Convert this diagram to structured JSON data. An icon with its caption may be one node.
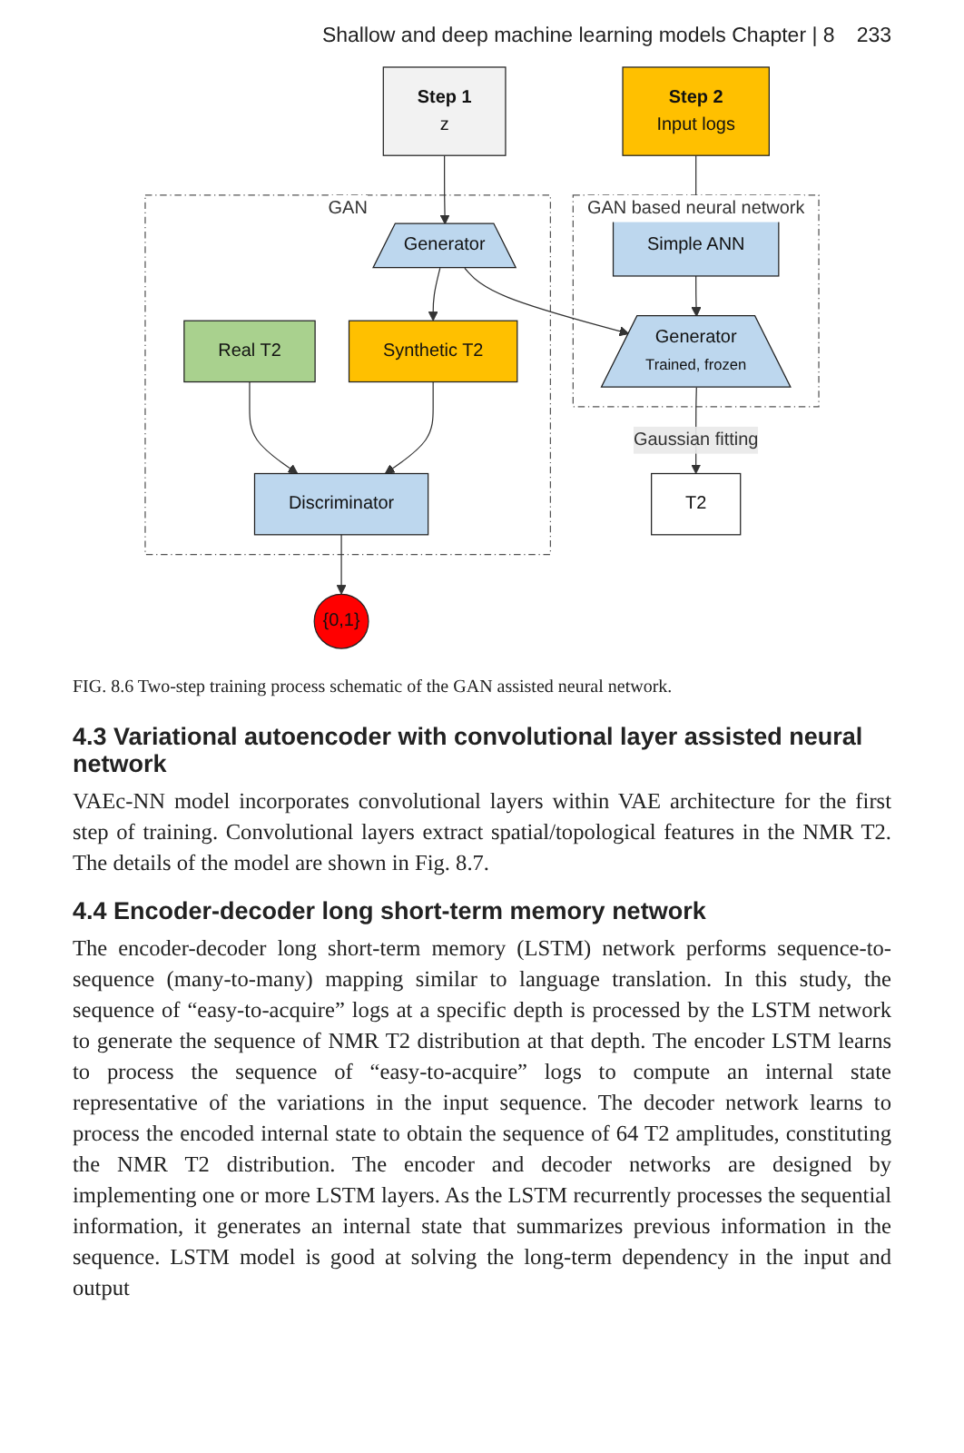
{
  "diagram": {
    "caption": "FIG. 8.6 Two-step training process schematic of the GAN assisted neural network.",
    "nodes": [
      {
        "text": [
          "Step 1",
          "z"
        ]
      },
      {
        "text": [
          "Step 2",
          "Input logs"
        ]
      },
      {
        "text": [
          "GAN"
        ]
      },
      {
        "text": [
          "Generator"
        ],
        "in": 2
      },
      {
        "text": [
          "Real T2"
        ],
        "in": 2
      },
      {
        "text": [
          "Synthetic T2"
        ],
        "in": 2
      },
      {
        "text": [
          "Discriminator"
        ],
        "in": 2
      },
      {
        "text": [
          "GAN based neural network"
        ]
      },
      {
        "text": [
          "Simple ANN"
        ],
        "in": 7
      },
      {
        "text": [
          "Generator",
          "Trained, frozen"
        ],
        "in": 7
      },
      {
        "text": [
          "T2"
        ]
      },
      {
        "text": [
          "{0,1}"
        ]
      }
    ],
    "edges": [
      {
        "from": 0,
        "to": 3,
        "arrow": "to"
      },
      {
        "from": 1,
        "to": 8,
        "arrow": "to"
      },
      {
        "from": 3,
        "to": 5,
        "arrow": "to"
      },
      {
        "from": 3,
        "to": 9,
        "arrow": "to"
      },
      {
        "from": 8,
        "to": 9,
        "arrow": "to"
      },
      {
        "from": 4,
        "to": 6,
        "arrow": "to"
      },
      {
        "from": 5,
        "to": 6,
        "arrow": "to"
      },
      {
        "from": 6,
        "to": 11,
        "arrow": "to"
      },
      {
        "from": 9,
        "to": 10,
        "label": "Gaussian fitting",
        "arrow": "to"
      }
    ],
    "labels": [
      "Shallow and deep machine learning models Chapter | 8",
      "233",
      "4.3 Variational autoencoder with convolutional layer assisted neural network",
      "VAEc-NN model incorporates convolutional layers within VAE architecture for the first step of training. Convolutional layers extract spatial/topological features in the NMR T2. The details of the model are shown in Fig. 8.7.",
      "4.4 Encoder-decoder long short-term memory network",
      "The encoder-decoder long short-term memory (LSTM) network performs sequence-to-sequence (many-to-many) mapping similar to language translation. In this study, the sequence of “easy-to-acquire” logs at a specific depth is processed by the LSTM network to generate the sequence of NMR T2 distribution at that depth. The encoder LSTM learns to process the sequence of “easy-to-acquire” logs to compute an internal state representative of the variations in the input sequence. The decoder network learns to process the encoded internal state to obtain the sequence of 64 T2 amplitudes, constituting the NMR T2 distribution. The encoder and decoder networks are designed by implementing one or more LSTM layers. As the LSTM recurrently processes the sequential information, it generates an internal state that summarizes previous information in the sequence. LSTM model is good at solving the long-term dependency in the input and output"
    ]
  }
}
